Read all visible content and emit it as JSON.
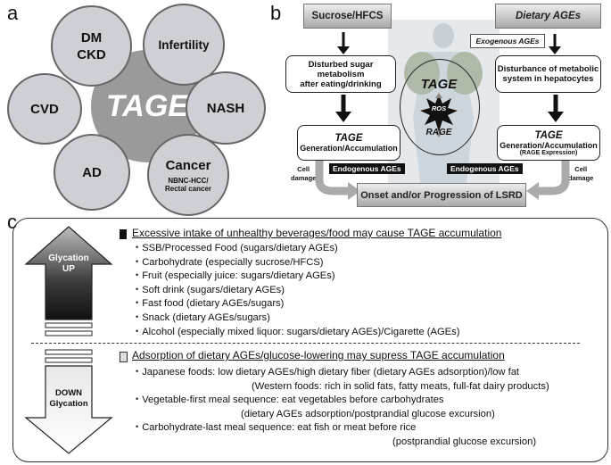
{
  "panels": {
    "a": "a",
    "b": "b",
    "c": "c"
  },
  "panel_a": {
    "hub": "TAGE",
    "dm_line1": "DM",
    "dm_line2": "CKD",
    "infertility": "Infertility",
    "nash": "NASH",
    "cancer": "Cancer",
    "cancer_sub1": "NBNC-HCC/",
    "cancer_sub2": "Rectal cancer",
    "ad": "AD",
    "cvd": "CVD"
  },
  "panel_b": {
    "left_header": "Sucrose/HFCS",
    "right_header": "Dietary AGEs",
    "exogenous": "Exogenous AGEs",
    "left_box1_l1": "Disturbed sugar metabolism",
    "left_box1_l2": "after eating/drinking",
    "right_box1_l1": "Disturbance of metabolic",
    "right_box1_l2": "system in hepatocytes",
    "center_tage": "TAGE",
    "center_ros": "ROS",
    "center_rage": "RAGE",
    "left_box2_l1": "TAGE",
    "left_box2_l2": "Generation/Accumulation",
    "right_box2_l1": "TAGE",
    "right_box2_l2": "Generation/Accumulation",
    "right_box2_l3": "(RAGE Expression)",
    "endo_left": "Endogenous AGEs",
    "endo_right": "Endogenous AGEs",
    "cell_left_l1": "Cell",
    "cell_left_l2": "damage",
    "cell_right_l1": "Cell",
    "cell_right_l2": "damage",
    "bottom": "Onset and/or Progression of LSRD"
  },
  "panel_c": {
    "up_l1": "Glycation",
    "up_l2": "UP",
    "down_l1": "DOWN",
    "down_l2": "Glycation",
    "heading1": "Excessive intake of unhealthy beverages/food may cause TAGE accumulation",
    "items1": [
      "・SSB/Processed Food (sugars/dietary AGEs)",
      "・Carbohydrate (especially sucrose/HFCS)",
      "・Fruit (especially juice: sugars/dietary AGEs)",
      "・Soft drink (sugars/dietary AGEs)",
      "・Fast food (dietary AGEs/sugars)",
      "・Snack (dietary AGEs/sugars)",
      "・Alcohol (especially mixed liquor: sugars/dietary AGEs)/Cigarette (AGEs)"
    ],
    "heading2": "Adsorption of dietary AGEs/glucose-lowering may supress TAGE accumulation",
    "items2": [
      "・Japanese foods: low dietary AGEs/high dietary fiber (dietary AGEs adsorption)/low fat",
      "(Western foods: rich in solid fats, fatty meats, full-fat dairy products)",
      "・Vegetable-first meal sequence: eat vegetables before carbohydrates",
      "(dietary AGEs adsorption/postprandial glucose excursion)",
      "・Carbohydrate-last meal sequence: eat fish or meat before rice",
      "(postprandial glucose excursion)"
    ]
  }
}
